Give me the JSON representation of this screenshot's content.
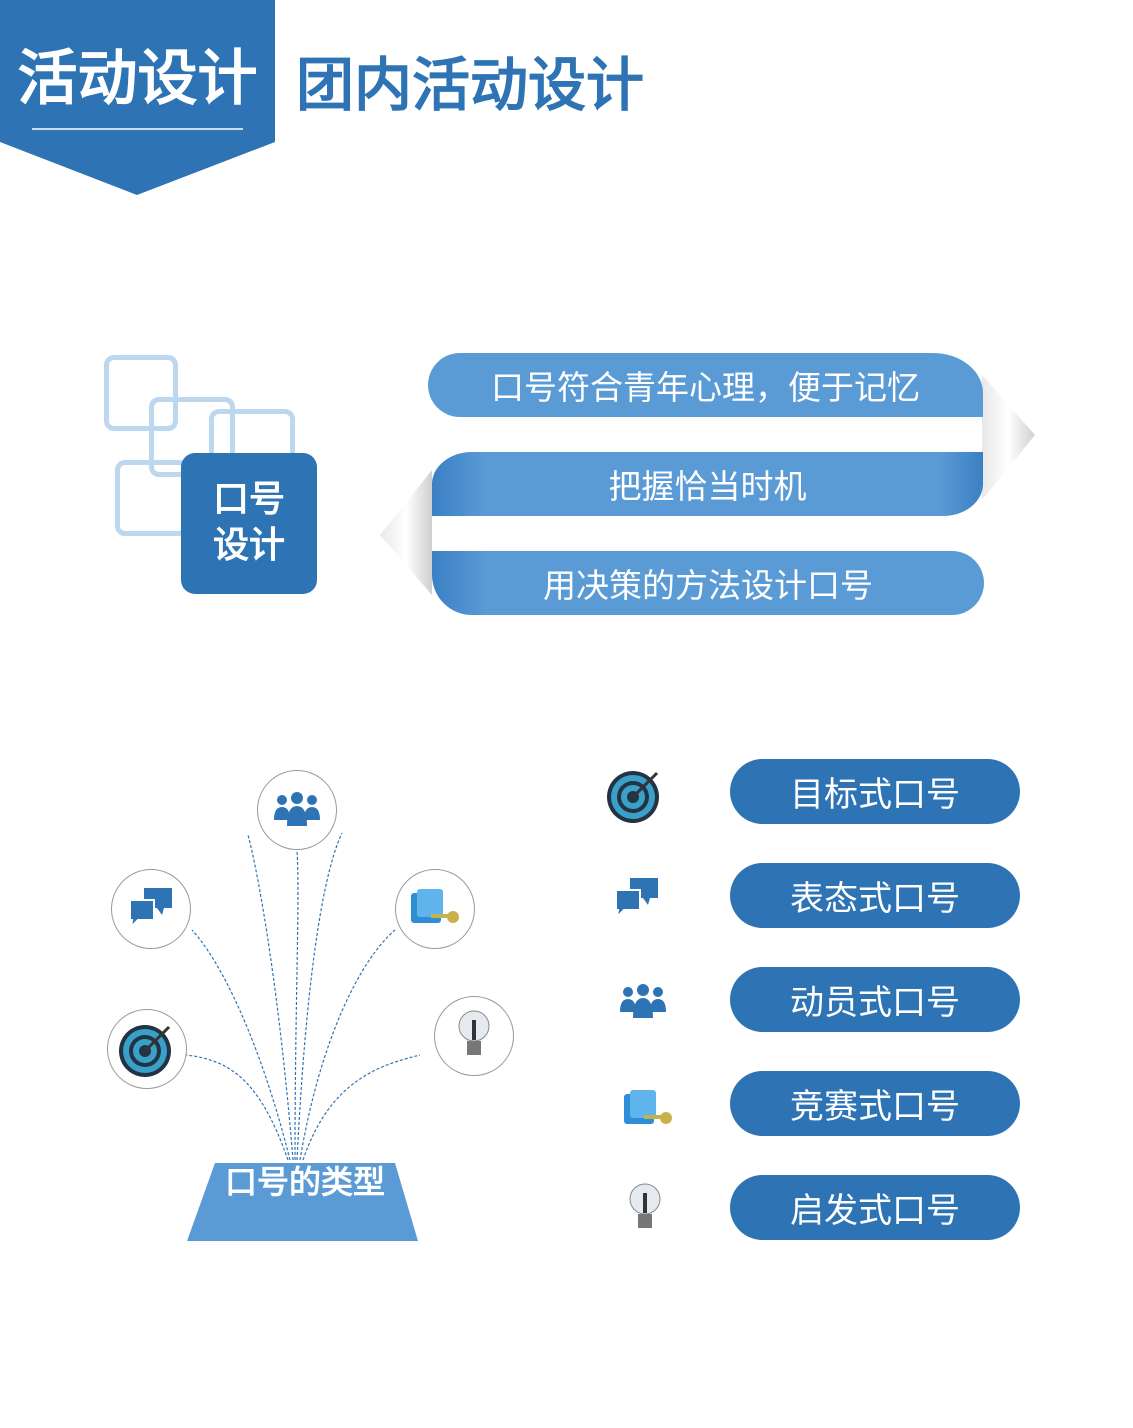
{
  "header": {
    "section_label": "活动设计",
    "title": "团内活动设计"
  },
  "slogan_design": {
    "badge": [
      "口号",
      "设计"
    ],
    "ribbons": [
      "口号符合青年心理，便于记忆",
      "把握恰当时机",
      "用决策的方法设计口号"
    ]
  },
  "slogan_types": {
    "root_label": "口号的类型",
    "items": [
      {
        "label": "目标式口号",
        "icon": "target-icon"
      },
      {
        "label": "表态式口号",
        "icon": "chat-bubbles-icon"
      },
      {
        "label": "动员式口号",
        "icon": "people-group-icon"
      },
      {
        "label": "竞赛式口号",
        "icon": "key-icon"
      },
      {
        "label": "启发式口号",
        "icon": "lightbulb-icon"
      }
    ]
  },
  "colors": {
    "primary": "#2e74b5",
    "ribbon": "#5b9bd5",
    "light": "#bdd7ee"
  }
}
